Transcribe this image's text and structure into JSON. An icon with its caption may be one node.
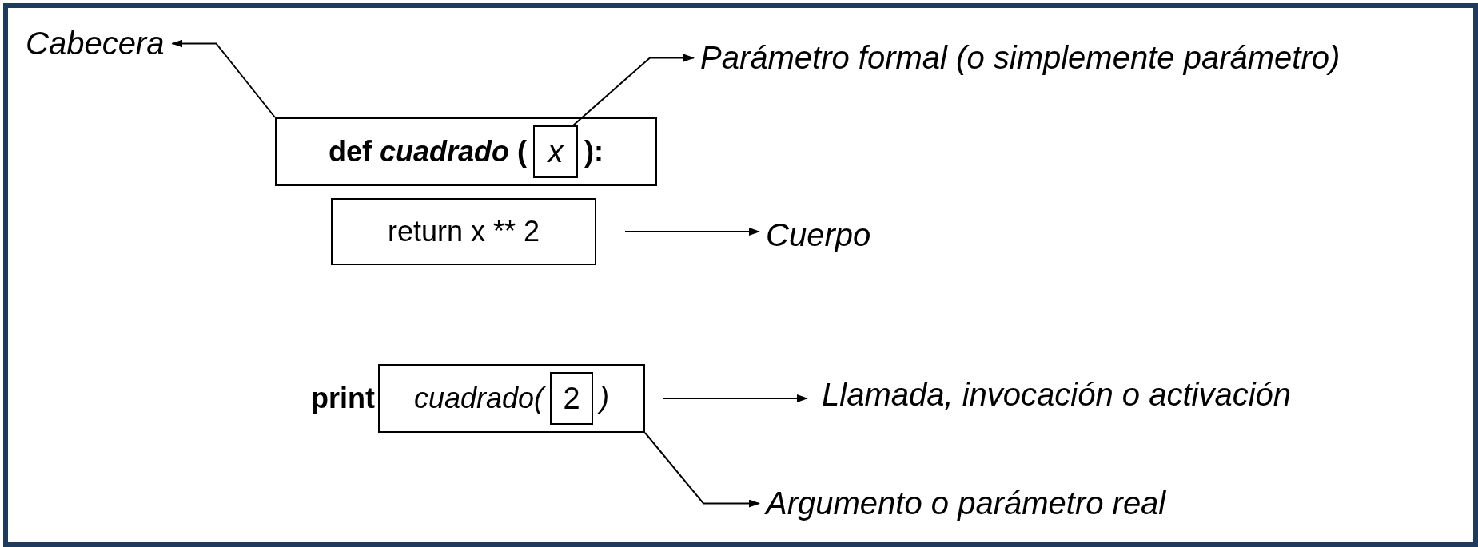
{
  "diagram": {
    "nodes": [
      {
        "text": [
          "def *cuadrado* (",
          "):"
        ]
      },
      {
        "text": [
          "x"
        ],
        "in": 0
      },
      {
        "text": [
          "return x ** 2"
        ]
      },
      {
        "text": [
          "cuadrado(",
          ")"
        ],
        "beside": [
          "print"
        ]
      },
      {
        "text": [
          "2"
        ],
        "in": 3
      },
      {
        "text": [
          "Cabecera"
        ]
      },
      {
        "text": [
          "Parámetro formal (o simplemente parámetro)"
        ]
      },
      {
        "text": [
          "Cuerpo"
        ]
      },
      {
        "text": [
          "Llamada, invocación o activación"
        ]
      },
      {
        "text": [
          "Argumento o parámetro real"
        ]
      }
    ],
    "edges": [
      {
        "from": 0,
        "to": 5,
        "arrow": "to"
      },
      {
        "from": 1,
        "to": 6,
        "arrow": "to"
      },
      {
        "from": 2,
        "to": 7,
        "arrow": "to"
      },
      {
        "from": 3,
        "to": 8,
        "arrow": "to"
      },
      {
        "from": 3,
        "to": 9,
        "arrow": "to"
      }
    ]
  }
}
